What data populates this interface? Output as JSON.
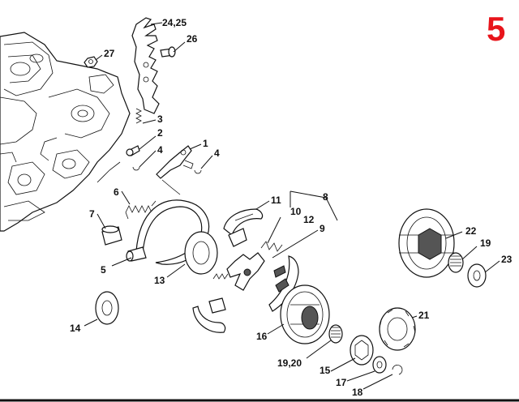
{
  "page_number": "5",
  "accent_color": "#e8141b",
  "labels": [
    "24,25",
    "26",
    "27",
    "3",
    "2",
    "4",
    "1",
    "4",
    "6",
    "7",
    "11",
    "10",
    "8",
    "12",
    "9",
    "5",
    "13",
    "22",
    "19",
    "23",
    "14",
    "16",
    "21",
    "19,20",
    "15",
    "17",
    "18"
  ]
}
